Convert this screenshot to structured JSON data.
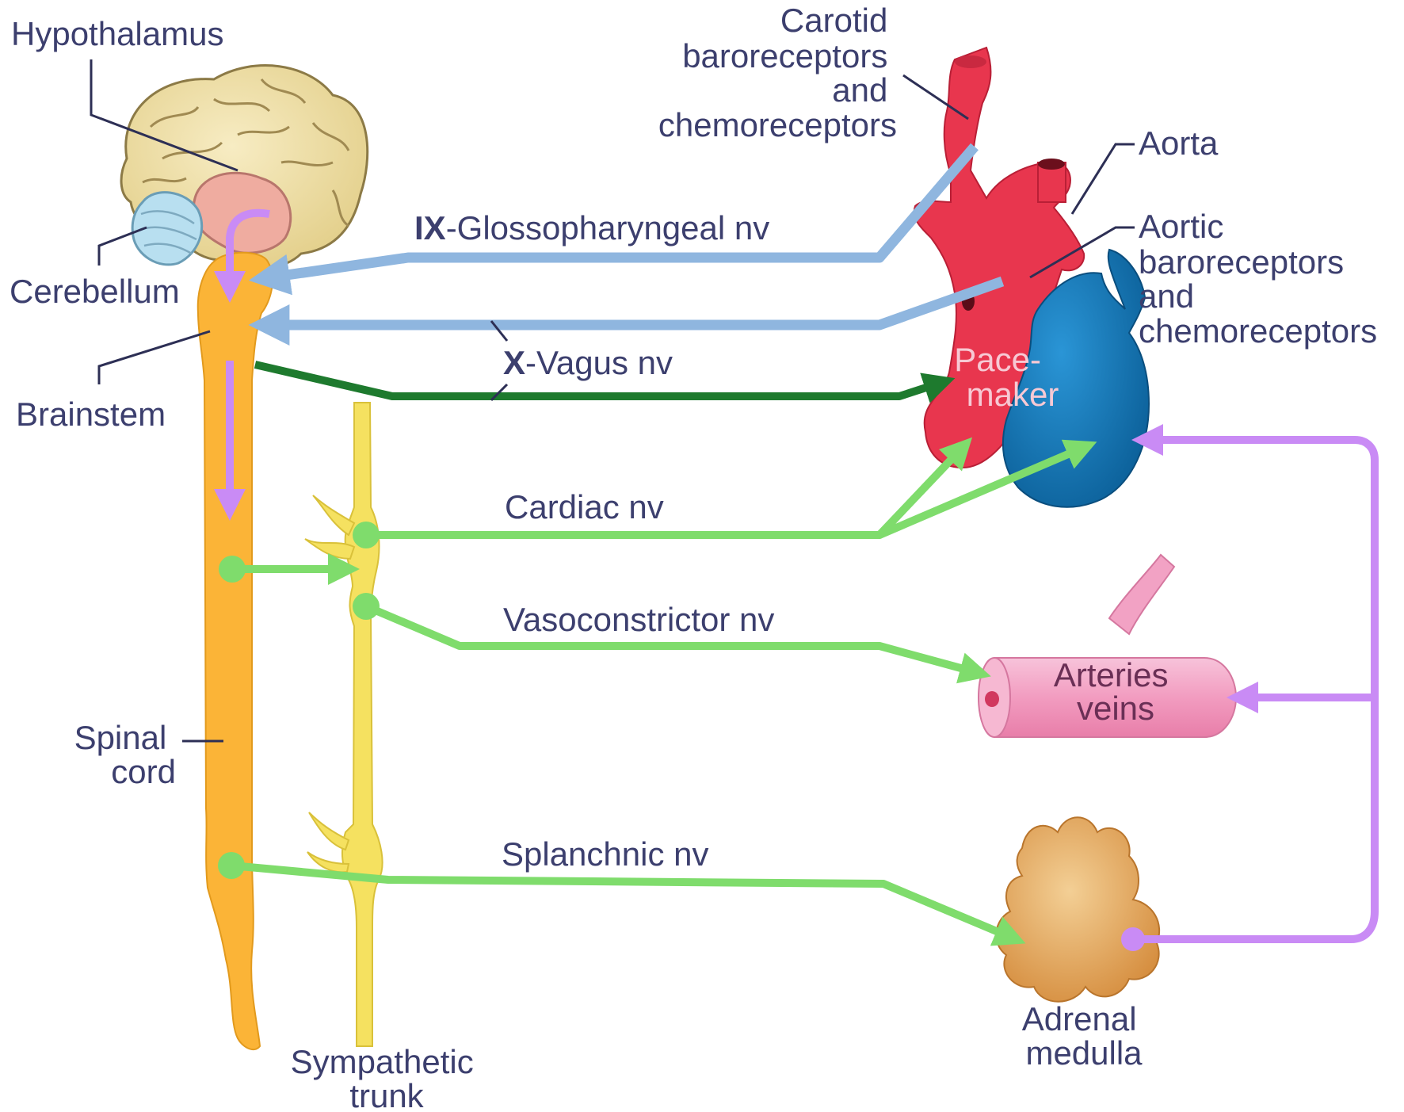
{
  "colors": {
    "label_text": "#3c3f6e",
    "afferent_blue": "#8fb6df",
    "vagus_dark_green": "#1e7a2e",
    "sympathetic_green": "#7fdc6c",
    "hormonal_purple": "#c98bf5",
    "spinal_cord": "#fbb437",
    "sympathetic_trunk": "#f5e160",
    "artery_red": "#e8364e",
    "heart_blue": "#1177b8",
    "vessel_pink": "#f2a2c4",
    "adrenal": "#e2a14f",
    "brain": "#efdfa8",
    "hypothalamus_pink": "#efaca0",
    "cerebellum": "#b8dff0"
  },
  "labels": {
    "hypothalamus": "Hypothalamus",
    "cerebellum": "Cerebellum",
    "brainstem": "Brainstem",
    "spinal_cord": [
      "Spinal",
      "cord"
    ],
    "sympathetic_trunk": [
      "Sympathetic",
      "trunk"
    ],
    "carotid": [
      "Carotid",
      "baroreceptors",
      "and",
      "chemoreceptors"
    ],
    "aorta": "Aorta",
    "aortic": [
      "Aortic",
      "baroreceptors",
      "and",
      "chemoreceptors"
    ],
    "pacemaker": [
      "Pace-",
      "maker"
    ],
    "vessels": [
      "Arteries",
      "veins"
    ],
    "adrenal": [
      "Adrenal",
      "medulla"
    ]
  },
  "nerves": {
    "glossopharyngeal": {
      "prefix": "IX",
      "name": "-Glossopharyngeal nv"
    },
    "vagus": {
      "prefix": "X",
      "name": "-Vagus nv"
    },
    "cardiac": "Cardiac nv",
    "vasoconstrictor": "Vasoconstrictor nv",
    "splanchnic": "Splanchnic nv"
  }
}
